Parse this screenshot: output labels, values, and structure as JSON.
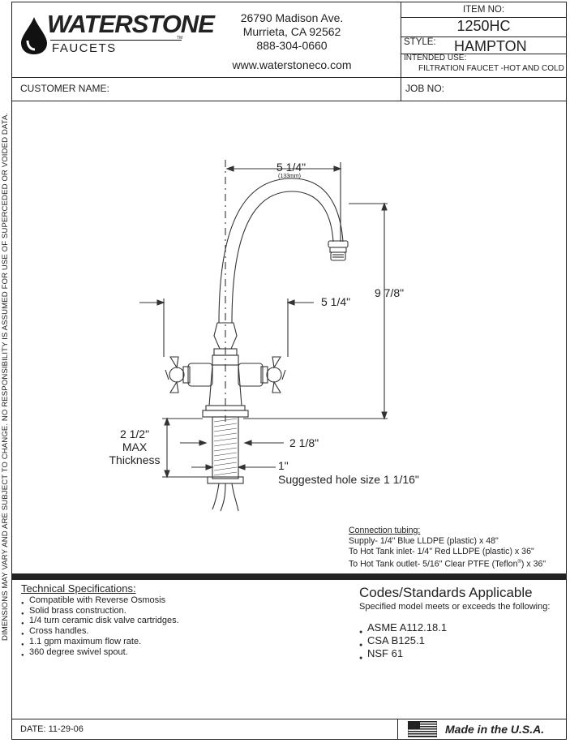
{
  "brand": {
    "name": "WATERSTONE",
    "sub": "FAUCETS",
    "tm": "TM"
  },
  "address": {
    "street": "26790 Madison Ave.",
    "city": "Murrieta, CA 92562",
    "phone": "888-304-0660",
    "web": "www.waterstoneco.com"
  },
  "item": {
    "label": "ITEM NO:",
    "value": "1250HC",
    "style_label": "STYLE:",
    "style_value": "HAMPTON",
    "use_label": "INTENDED USE:",
    "use_value": "FILTRATION FAUCET -HOT AND COLD"
  },
  "customer_label": "CUSTOMER NAME:",
  "job_label": "JOB NO:",
  "side_note": "DIMENSIONS MAY VARY AND ARE SUBJECT TO CHANGE. NO RESPONSIBILITY IS ASSUMED FOR USE OF SUPERCEDED OR VOIDED DATA.",
  "drawing": {
    "dim_reach": "5 1/4\"",
    "dim_reach_mm": "(133mm)",
    "dim_height": "9 7/8\"",
    "dim_spread": "5 1/4\"",
    "dim_base": "2 1/8\"",
    "dim_thick_1": "2 1/2\"",
    "dim_thick_2": "MAX",
    "dim_thick_3": "Thickness",
    "dim_shank": "1\"",
    "hole_note": "Suggested hole size 1 1/16\""
  },
  "tubing": {
    "title": "Connection tubing:",
    "lines": [
      "Supply- 1/4\" Blue LLDPE (plastic) x 48\"",
      "To Hot Tank inlet- 1/4\" Red LLDPE (plastic) x 36\"",
      "To Hot Tank outlet- 5/16\" Clear PTFE (Teflon",
      "®",
      ") x 36\""
    ]
  },
  "specs": {
    "title": "Technical Specifications:",
    "items": [
      "Compatible with Reverse Osmosis",
      "Solid brass construction.",
      "1/4 turn ceramic disk valve cartridges.",
      "Cross handles.",
      "1.1 gpm maximum flow rate.",
      "360 degree swivel spout."
    ]
  },
  "codes": {
    "title": "Codes/Standards Applicable",
    "subtitle": "Specified model meets or exceeds the following:",
    "items": [
      "ASME A112.18.1",
      "CSA B125.1",
      "NSF 61"
    ]
  },
  "footer": {
    "date": "DATE: 11-29-06",
    "made": "Made in the U.S.A."
  }
}
